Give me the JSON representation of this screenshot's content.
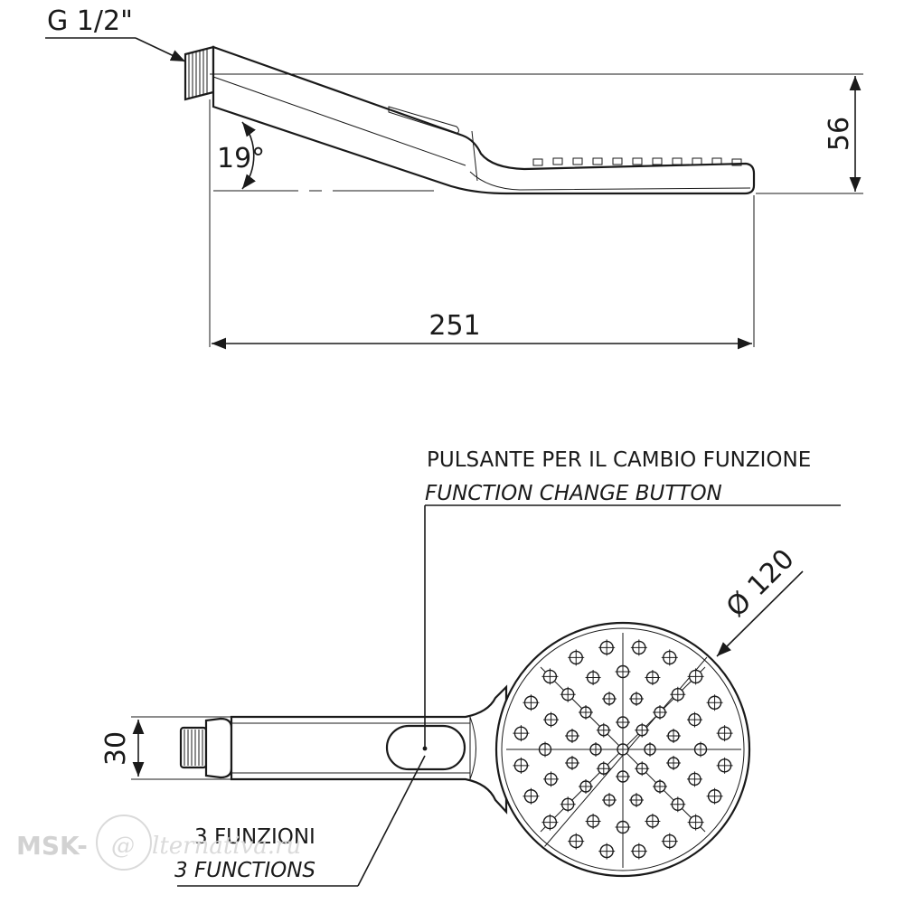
{
  "side_view": {
    "thread_label": "G 1/2\"",
    "angle_label": "19°",
    "height_label": "56",
    "length_label": "251"
  },
  "front_view": {
    "button_label_it": "PULSANTE PER IL CAMBIO FUNZIONE",
    "button_label_en": "FUNCTION CHANGE BUTTON",
    "diameter_label": "Ø 120",
    "width_label": "30",
    "functions_label_it": "3 FUNZIONI",
    "functions_label_en": "3 FUNCTIONS"
  },
  "watermark": {
    "brand": "MSK-",
    "at_symbol": "@",
    "script": "lternativa.ru"
  },
  "colors": {
    "ink": "#1a1a1a",
    "watermark": "#d2d2d2"
  }
}
